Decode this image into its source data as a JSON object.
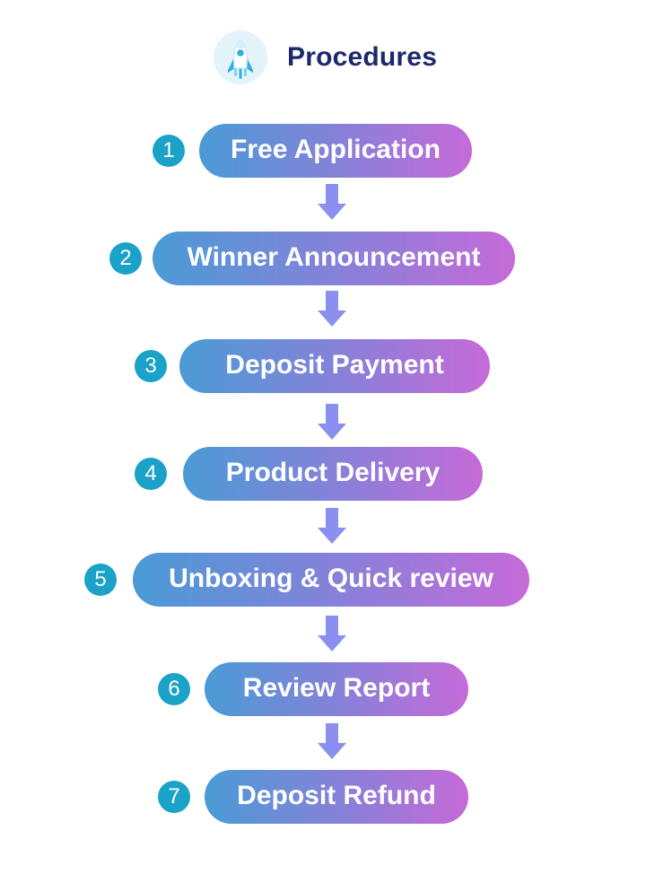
{
  "header": {
    "title": "Procedures",
    "icon": "rocket-icon"
  },
  "steps": [
    {
      "number": "1",
      "label": "Free Application"
    },
    {
      "number": "2",
      "label": "Winner Announcement"
    },
    {
      "number": "3",
      "label": "Deposit Payment"
    },
    {
      "number": "4",
      "label": "Product Delivery"
    },
    {
      "number": "5",
      "label": "Unboxing & Quick review"
    },
    {
      "number": "6",
      "label": "Review Report"
    },
    {
      "number": "7",
      "label": "Deposit Refund"
    }
  ],
  "colors": {
    "title": "#1c2a6b",
    "number_badge": "#1aa2c9",
    "pill_start": "#4a9bd6",
    "pill_end": "#c66ad8",
    "arrow": "#8b8ff0",
    "icon_bg": "#e3f3fa"
  }
}
